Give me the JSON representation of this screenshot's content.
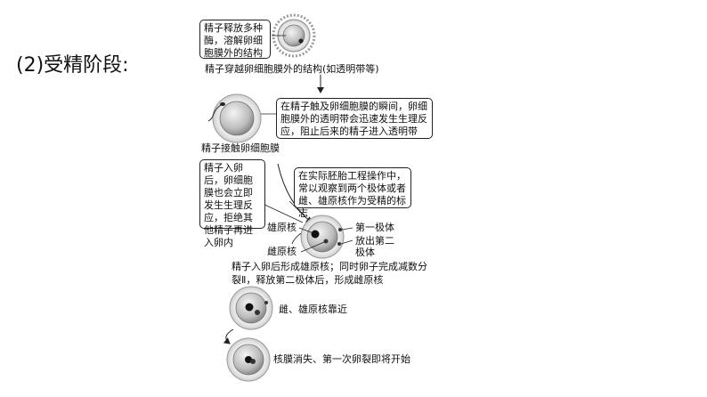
{
  "heading": "(2)受精阶段:",
  "notes": {
    "sperm_enzyme": "精子释放多种酶，溶解卵细胞膜外的结构",
    "zona_reaction": "在精子触及卵细胞膜的瞬间，卵细胞膜外的透明带会迅速发生生理反应，阻止后来的精子进入透明带",
    "membrane_reaction": "精子入卵后，卵细胞膜也会立即发生生理反应，拒绝其他精子再进入卵内",
    "fertilization_mark": "在实际胚胎工程操作中，常以观察到两个极体或者雌、雄原核作为受精的标志"
  },
  "captions": {
    "stage1": "精子穿越卵细胞膜外的结构(如透明带等)",
    "stage2": "精子接触卵细胞膜",
    "stage3": "精子入卵后形成雄原核；同时卵子完成减数分裂Ⅱ，释放第二极体后，形成雌原核",
    "stage4": "雌、雄原核靠近",
    "stage5": "核膜消失、第一次卵裂即将开始"
  },
  "labels": {
    "male_pronucleus": "雄原核",
    "female_pronucleus": "雌原核",
    "first_polar_body": "第一极体",
    "second_polar_body": "放出第二极体"
  }
}
